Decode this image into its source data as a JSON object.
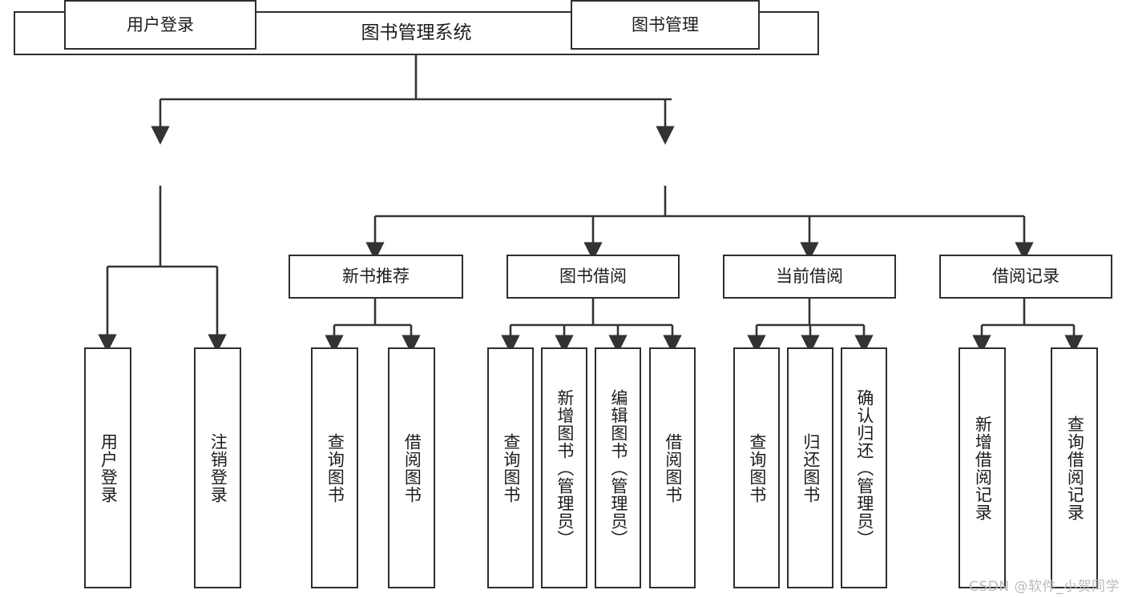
{
  "diagram": {
    "type": "tree",
    "title": "图书管理系统",
    "orientation": "top-down",
    "style": {
      "box_fill": "#ffffff",
      "box_stroke": "#2e2e2e",
      "connector_stroke": "#333333",
      "text_color": "#1c1c1c",
      "background": "#ffffff"
    }
  },
  "root": {
    "label": "图书管理系统"
  },
  "level2": [
    {
      "label": "用户登录"
    },
    {
      "label": "图书管理"
    }
  ],
  "level3": [
    {
      "label": "新书推荐"
    },
    {
      "label": "图书借阅"
    },
    {
      "label": "当前借阅"
    },
    {
      "label": "借阅记录"
    }
  ],
  "leaves": {
    "user_login": [
      {
        "label": "用户登录"
      },
      {
        "label": "注销登录"
      }
    ],
    "new_book": [
      {
        "label": "查询图书"
      },
      {
        "label": "借阅图书"
      }
    ],
    "book_borrow": [
      {
        "label": "查询图书"
      },
      {
        "label": "新增图书（管理员）"
      },
      {
        "label": "编辑图书（管理员）"
      },
      {
        "label": "借阅图书"
      }
    ],
    "current_borrow": [
      {
        "label": "查询图书"
      },
      {
        "label": "归还图书"
      },
      {
        "label": "确认归还（管理员）"
      }
    ],
    "borrow_record": [
      {
        "label": "新增借阅记录"
      },
      {
        "label": "查询借阅记录"
      }
    ]
  },
  "watermark": {
    "text": "CSDN @软件_小贺同学"
  }
}
